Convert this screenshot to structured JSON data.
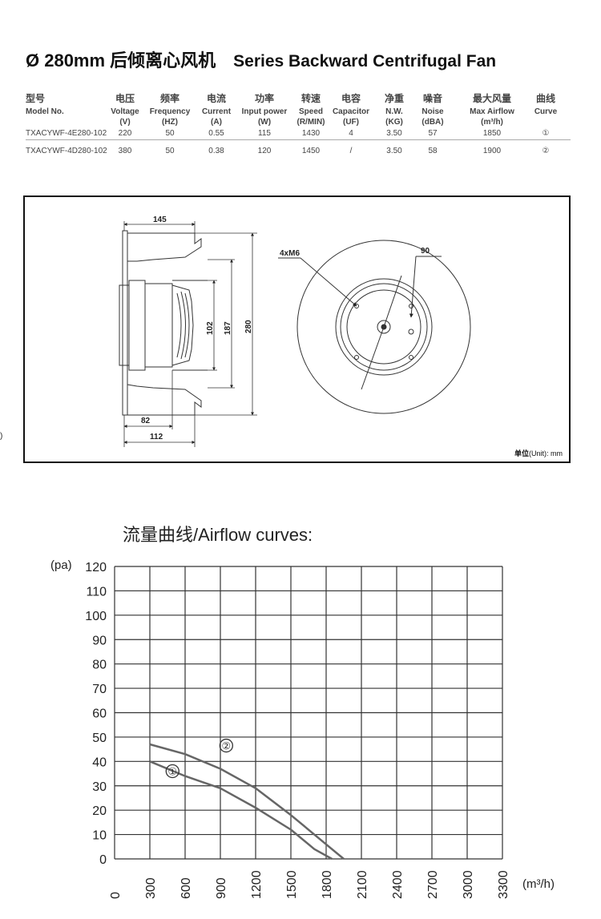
{
  "title": {
    "zh": "Ø 280mm 后倾离心风机",
    "en": "Series Backward Centrifugal Fan"
  },
  "spec_table": {
    "headers": [
      {
        "zh": "型号",
        "en": "Model No.",
        "unit": ""
      },
      {
        "zh": "电压",
        "en": "Voltage",
        "unit": "(V)"
      },
      {
        "zh": "频率",
        "en": "Frequency",
        "unit": "(HZ)"
      },
      {
        "zh": "电流",
        "en": "Current",
        "unit": "(A)"
      },
      {
        "zh": "功率",
        "en": "Input power",
        "unit": "(W)"
      },
      {
        "zh": "转速",
        "en": "Speed",
        "unit": "(R/MIN)"
      },
      {
        "zh": "电容",
        "en": "Capacitor",
        "unit": "(UF)"
      },
      {
        "zh": "净重",
        "en": "N.W.",
        "unit": "(KG)"
      },
      {
        "zh": "噪音",
        "en": "Noise",
        "unit": "(dBA)"
      },
      {
        "zh": "最大风量",
        "en": "Max Airflow",
        "unit": "(m³/h)"
      },
      {
        "zh": "曲线",
        "en": "Curve",
        "unit": ""
      }
    ],
    "rows": [
      [
        "TXACYWF-4E280-102",
        "220",
        "50",
        "0.55",
        "115",
        "1430",
        "4",
        "3.50",
        "57",
        "1850",
        "①"
      ],
      [
        "TXACYWF-4D280-102",
        "380",
        "50",
        "0.38",
        "120",
        "1450",
        "/",
        "3.50",
        "58",
        "1900",
        "②"
      ]
    ]
  },
  "drawing": {
    "dims": {
      "d145": "145",
      "d102": "102",
      "d187": "187",
      "d280": "280",
      "d82": "82",
      "d112": "112",
      "d4xm6": "4xM6",
      "d90": "90"
    },
    "unit_note_bold": "单位",
    "unit_note_rest": "(Unit): mm"
  },
  "stray_mark": ")",
  "chart_title": "流量曲线/Airflow curves:",
  "chart_data": {
    "type": "line",
    "title": "流量曲线/Airflow curves:",
    "xlabel": "(m³/h)",
    "ylabel": "(pa)",
    "xlim": [
      0,
      3300
    ],
    "ylim": [
      0,
      120
    ],
    "x_ticks": [
      "0",
      "300",
      "600",
      "900",
      "1200",
      "1500",
      "1800",
      "2100",
      "2400",
      "2700",
      "3000",
      "3300"
    ],
    "y_ticks": [
      "0",
      "10",
      "20",
      "30",
      "40",
      "50",
      "60",
      "70",
      "80",
      "90",
      "100",
      "110",
      "120"
    ],
    "y_tick_values": [
      0,
      10,
      20,
      30,
      40,
      50,
      60,
      70,
      80,
      90,
      100,
      110,
      120
    ],
    "grid": true,
    "series": [
      {
        "name": "①",
        "x": [
          300,
          600,
          900,
          1200,
          1500,
          1700,
          1850
        ],
        "y": [
          40,
          34,
          29,
          21,
          12,
          4,
          0
        ]
      },
      {
        "name": "②",
        "x": [
          300,
          600,
          900,
          1200,
          1500,
          1800,
          1950
        ],
        "y": [
          47,
          43,
          37,
          29,
          18,
          6,
          0
        ]
      }
    ],
    "colors": {
      "line": "#666666",
      "grid": "#333333"
    }
  }
}
